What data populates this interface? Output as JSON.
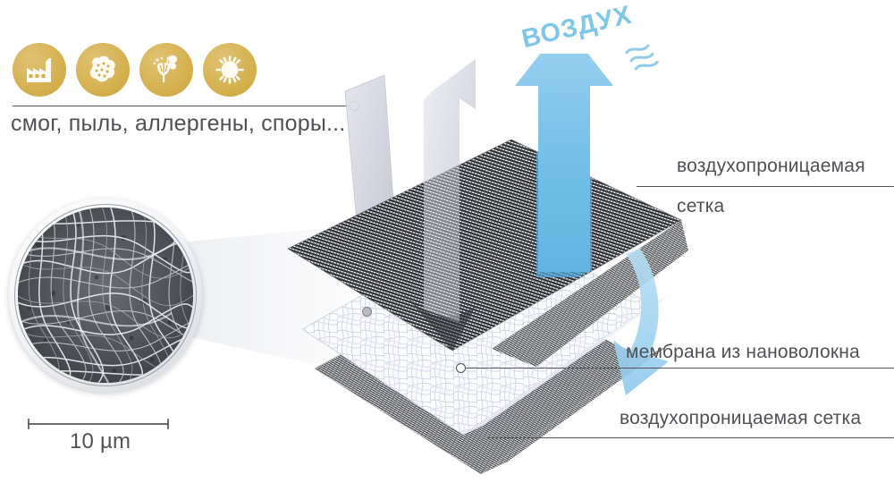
{
  "meta": {
    "title": "Трёхслойная фильтрующая мембрана",
    "background": "#ffffff"
  },
  "colors": {
    "gold": "#d6b350",
    "gold_light": "#e3c877",
    "text": "#4f5158",
    "leader": "#54565c",
    "air_blue": "#7ec6ea",
    "arrow_blue": "#82c4e8",
    "arrow_grey": "#c9cad6",
    "mesh_dark": "#2f3136",
    "membrane_white": "#f6f8fb"
  },
  "pollutants": {
    "caption": "смог, пыль, аллергены, споры...",
    "icons": [
      {
        "name": "factory-icon",
        "alt": "смог"
      },
      {
        "name": "dust-particle-icon",
        "alt": "пыль"
      },
      {
        "name": "pollen-flower-icon",
        "alt": "аллергены"
      },
      {
        "name": "spore-virus-icon",
        "alt": "споры"
      }
    ]
  },
  "air": {
    "word": "ВОЗДУХ",
    "waves_icon": "air-waves-icon"
  },
  "layers": [
    {
      "id": "mesh-top",
      "label_line_1": "воздухопроницаемая",
      "label_line_2": "сетка"
    },
    {
      "id": "membrane",
      "label_line_1": "мембрана из нановолокна",
      "label_line_2": ""
    },
    {
      "id": "mesh-bottom",
      "label_line_1": "воздухопроницаемая сетка",
      "label_line_2": ""
    }
  ],
  "sem": {
    "name": "nanofiber-sem-image",
    "scale_value": "10 µm"
  },
  "arrows": [
    {
      "name": "pollutant-blocked-arrow",
      "direction": "down",
      "color": "#c9cad6"
    },
    {
      "name": "pollutant-deflected-arrow",
      "direction": "up",
      "color": "#c9cad6"
    },
    {
      "name": "air-through-arrow",
      "direction": "up",
      "color": "#82c4e8"
    },
    {
      "name": "air-down-arrow",
      "direction": "down",
      "color": "#9fd0ec"
    }
  ]
}
